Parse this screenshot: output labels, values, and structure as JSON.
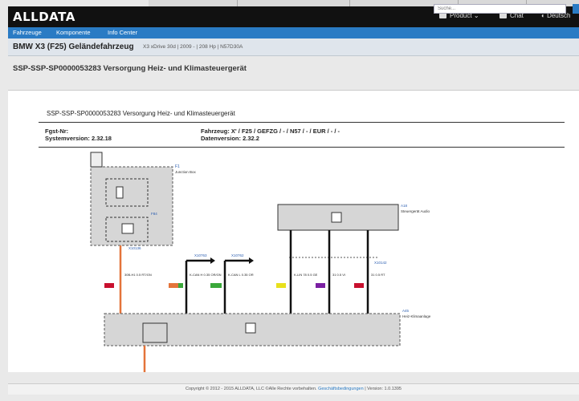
{
  "header": {
    "logo": "ALLDATA",
    "product_label": "Product",
    "chat_label": "Chat",
    "language_label": "Deutsch"
  },
  "nav": {
    "items": [
      {
        "label": "Fahrzeuge"
      },
      {
        "label": "Komponente"
      },
      {
        "label": "Info Center"
      }
    ]
  },
  "vehicle": {
    "title": "BMW X3 (F25) Geländefahrzeug",
    "subtitle": "X3 xDrive 30d | 2009 - | 208 Hp | N57D30A",
    "search_placeholder": "Suche..."
  },
  "page": {
    "title": "SSP-SSP-SP0000053283 Versorgung Heiz- und Klimasteuergerät"
  },
  "document": {
    "title": "SSP-SSP-SP0000053283 Versorgung Heiz- und Klimasteuergerät",
    "fgst_label": "Fgst-Nr:",
    "system_version": "Systemversion: 2.32.18",
    "fahrzeug": "Fahrzeug:  X' / F25 / GEFZG / - / N57 / - / EUR / - / -",
    "datenversion": "Datenversion: 2.32.2"
  },
  "diagram": {
    "labels": {
      "junction_box": "Junction Box",
      "fuse": "F84",
      "control_unit": "Steuergerät Audio",
      "heater_control": "Heiz-Klimaanlage",
      "connector_a": "X10136",
      "connector_b": "X10763",
      "connector_c": "X10762",
      "connector_d": "X10142",
      "wire_1": "30B-H1 0.5 RT/GN",
      "wire_2": "K-CAN H 0.35 OR/GN",
      "wire_3": "K-CAN L 0.35 OR",
      "wire_4": "K-LIN 78 0.5 GE",
      "wire_5": "31 0.5 VI",
      "wire_6": "31 0.5 RT"
    },
    "colors": {
      "wire_orange": "#e4743a",
      "wire_black": "#111111",
      "box_fill": "#d6d6d6",
      "swatch_red": "#c8102e",
      "swatch_green": "#3aa83a",
      "swatch_yellow": "#e8e01c",
      "swatch_purple": "#7a1fa2"
    }
  },
  "footer": {
    "copyright": "Copyright © 2012 - 2015 ALLDATA, LLC ©Alle Rechte vorbehalten.",
    "terms_link": "Geschäftsbedingungen",
    "version": "| Version: 1.0.1395"
  }
}
